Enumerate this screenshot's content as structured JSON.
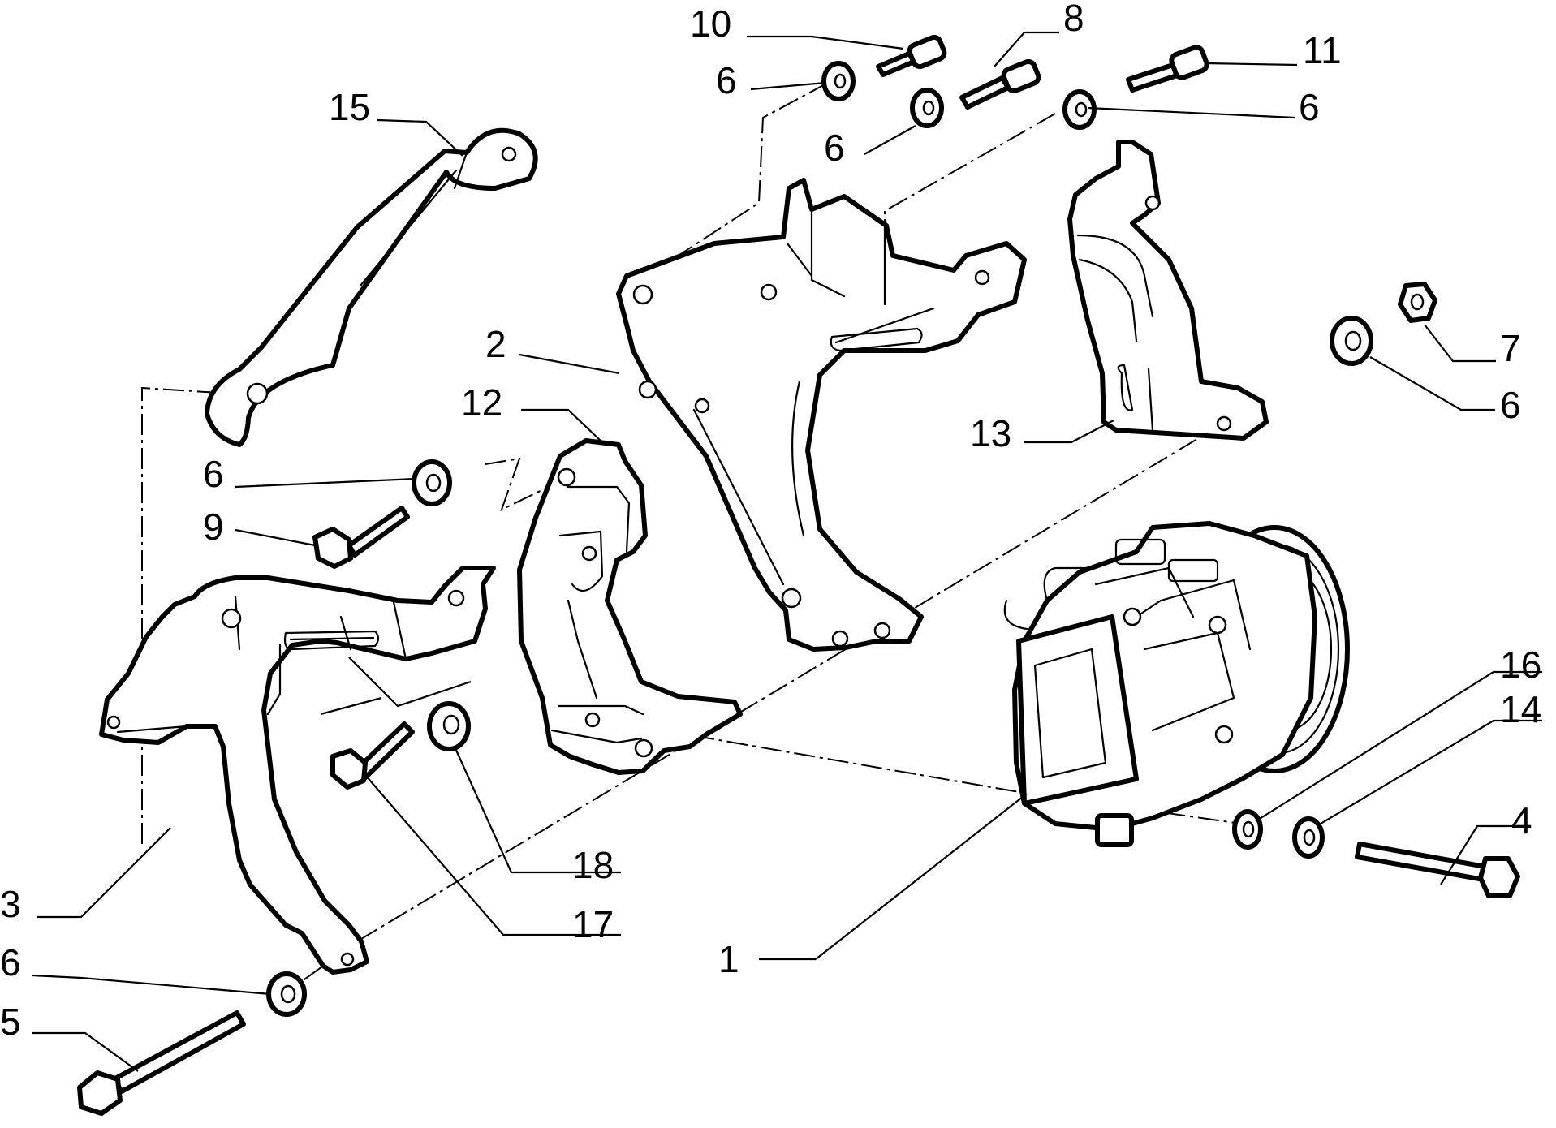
{
  "diagram": {
    "type": "exploded parts view",
    "callouts": [
      {
        "id": "c1",
        "text": "1"
      },
      {
        "id": "c2",
        "text": "2"
      },
      {
        "id": "c3",
        "text": "3"
      },
      {
        "id": "c4",
        "text": "4"
      },
      {
        "id": "c5",
        "text": "5"
      },
      {
        "id": "c6a",
        "text": "6"
      },
      {
        "id": "c6b",
        "text": "6"
      },
      {
        "id": "c6c",
        "text": "6"
      },
      {
        "id": "c6d",
        "text": "6"
      },
      {
        "id": "c6e",
        "text": "6"
      },
      {
        "id": "c6f",
        "text": "6"
      },
      {
        "id": "c7",
        "text": "7"
      },
      {
        "id": "c8",
        "text": "8"
      },
      {
        "id": "c9",
        "text": "9"
      },
      {
        "id": "c10",
        "text": "10"
      },
      {
        "id": "c11",
        "text": "11"
      },
      {
        "id": "c12",
        "text": "12"
      },
      {
        "id": "c13",
        "text": "13"
      },
      {
        "id": "c14",
        "text": "14"
      },
      {
        "id": "c15",
        "text": "15"
      },
      {
        "id": "c16",
        "text": "16"
      },
      {
        "id": "c17",
        "text": "17"
      },
      {
        "id": "c18",
        "text": "18"
      }
    ]
  }
}
